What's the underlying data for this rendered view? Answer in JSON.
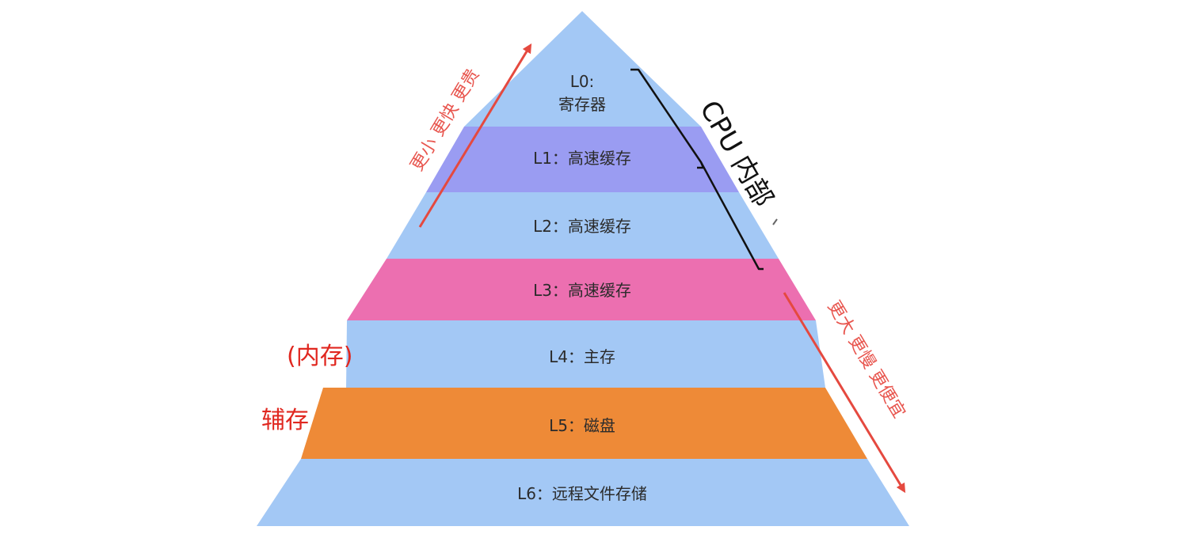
{
  "levels": [
    {
      "label_line1": "L0:",
      "label_line2": "寄存器",
      "color": "#a3c8f5"
    },
    {
      "label": "L1：高速缓存",
      "color": "#9a9cf2"
    },
    {
      "label": "L2：高速缓存",
      "color": "#a3c8f5"
    },
    {
      "label": "L3：高速缓存",
      "color": "#ec6fb0"
    },
    {
      "label": "L4：主存",
      "color": "#a3c8f5"
    },
    {
      "label": "L5：磁盘",
      "color": "#ee8a37"
    },
    {
      "label": "L6：远程文件存储",
      "color": "#a3c8f5"
    }
  ],
  "annotations": {
    "up_arrow_text": "更小 更快 更贵",
    "down_arrow_text": "更大 更慢 更便宜",
    "cpu_text": "CPU 内部",
    "memory_text": "(内存)",
    "secondary_storage_text": "辅存"
  },
  "colors": {
    "arrow": "#e5493f",
    "red_text": "#e0271f",
    "bracket": "#111111"
  }
}
